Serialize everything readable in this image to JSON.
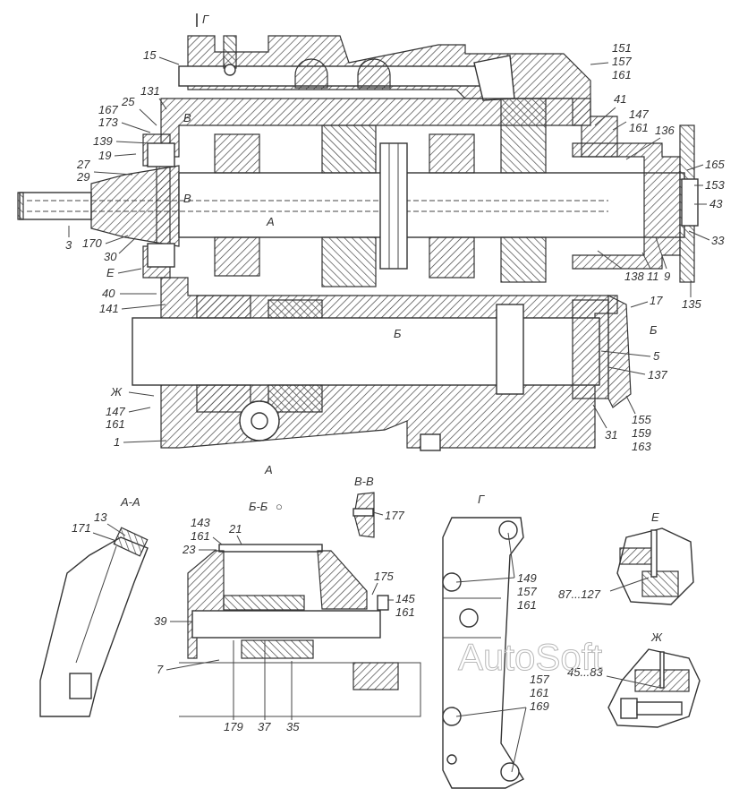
{
  "diagram": {
    "main_view": {
      "section_markers": {
        "g_top": "Г",
        "v_upper": "В",
        "v_inner": "В",
        "a_mid": "А",
        "a_bottom": "А",
        "b_mid": "Б",
        "b_right": "Б"
      },
      "callouts_left": [
        "15",
        "131",
        "25",
        "167",
        "173",
        "139",
        "19",
        "27",
        "29",
        "3",
        "170",
        "30",
        "Е",
        "40",
        "141",
        "Ж",
        "147",
        "161",
        "1"
      ],
      "callouts_right": [
        "151",
        "157",
        "161",
        "41",
        "147",
        "161",
        "136",
        "165",
        "153",
        "43",
        "33",
        "138",
        "11",
        "9",
        "135",
        "17",
        "5",
        "137",
        "31",
        "155",
        "159",
        "163"
      ]
    },
    "views": {
      "aa": {
        "title": "А-А",
        "callouts": [
          "13",
          "171"
        ]
      },
      "bb": {
        "title": "Б-Б",
        "title_suffix": "○",
        "callouts_top": [
          "143",
          "161",
          "21",
          "23"
        ],
        "callouts_side": [
          "175",
          "145",
          "161",
          "39",
          "7"
        ],
        "callouts_bottom": [
          "179",
          "37",
          "35"
        ]
      },
      "vv": {
        "title": "В-В",
        "callouts": [
          "177"
        ]
      },
      "g": {
        "title": "Г",
        "callouts_upper": [
          "149",
          "157",
          "161"
        ],
        "callouts_lower": [
          "157",
          "161",
          "169"
        ]
      },
      "e": {
        "title": "Е",
        "callouts": [
          "87...127"
        ]
      },
      "zh": {
        "title": "Ж",
        "callouts": [
          "45...83"
        ]
      }
    },
    "watermark": "AutoSoft"
  }
}
